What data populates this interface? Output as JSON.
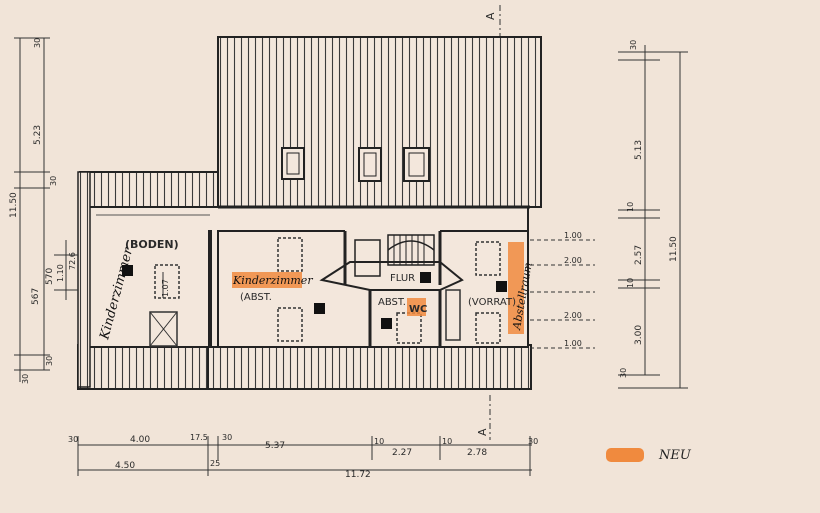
{
  "section": {
    "top": "A",
    "bottom": "A"
  },
  "rooms": {
    "boden": "(BODEN)",
    "abst_left": "(ABST.",
    "flur": "FLUR",
    "abst_right": "ABST.",
    "wc": "WC",
    "vorrat": "(VORRAT)"
  },
  "handwritten": {
    "kinderzimmer_left": "Kinderzimmer",
    "kinderzimmer_mid": "Kinderzimmer",
    "abstellraum_right": "Abstellraum"
  },
  "dims_left": {
    "total": "11.50",
    "top": "5.23",
    "top_small": "30",
    "mid": "30",
    "lower": "567",
    "lower_inner": "570",
    "window": "1.10",
    "window2": "72.6",
    "bottom_small": "30",
    "bottom_corner": "30"
  },
  "dims_right": {
    "top": "30",
    "upper": "5.13",
    "upper_gap": "10",
    "mid": "2.57",
    "mid_gap": "10",
    "lower": "3.00",
    "bottom": "30",
    "total": "11.50"
  },
  "dims_bottom": {
    "start": "30",
    "d1": "4.00",
    "d2": "17.5",
    "d3": "30",
    "d4": "5.37",
    "d5": "10",
    "d6": "2.27",
    "d7": "10",
    "d8": "2.78",
    "d9": "30",
    "total_left": "4.50",
    "total_gap": "25",
    "total": "11.72"
  },
  "dims_inner": {
    "a": "1.00",
    "b": "2.00",
    "c": "2.00",
    "d": "1.00",
    "w": "1.07"
  },
  "legend": {
    "label": "NEU",
    "color": "#f08a3e"
  }
}
